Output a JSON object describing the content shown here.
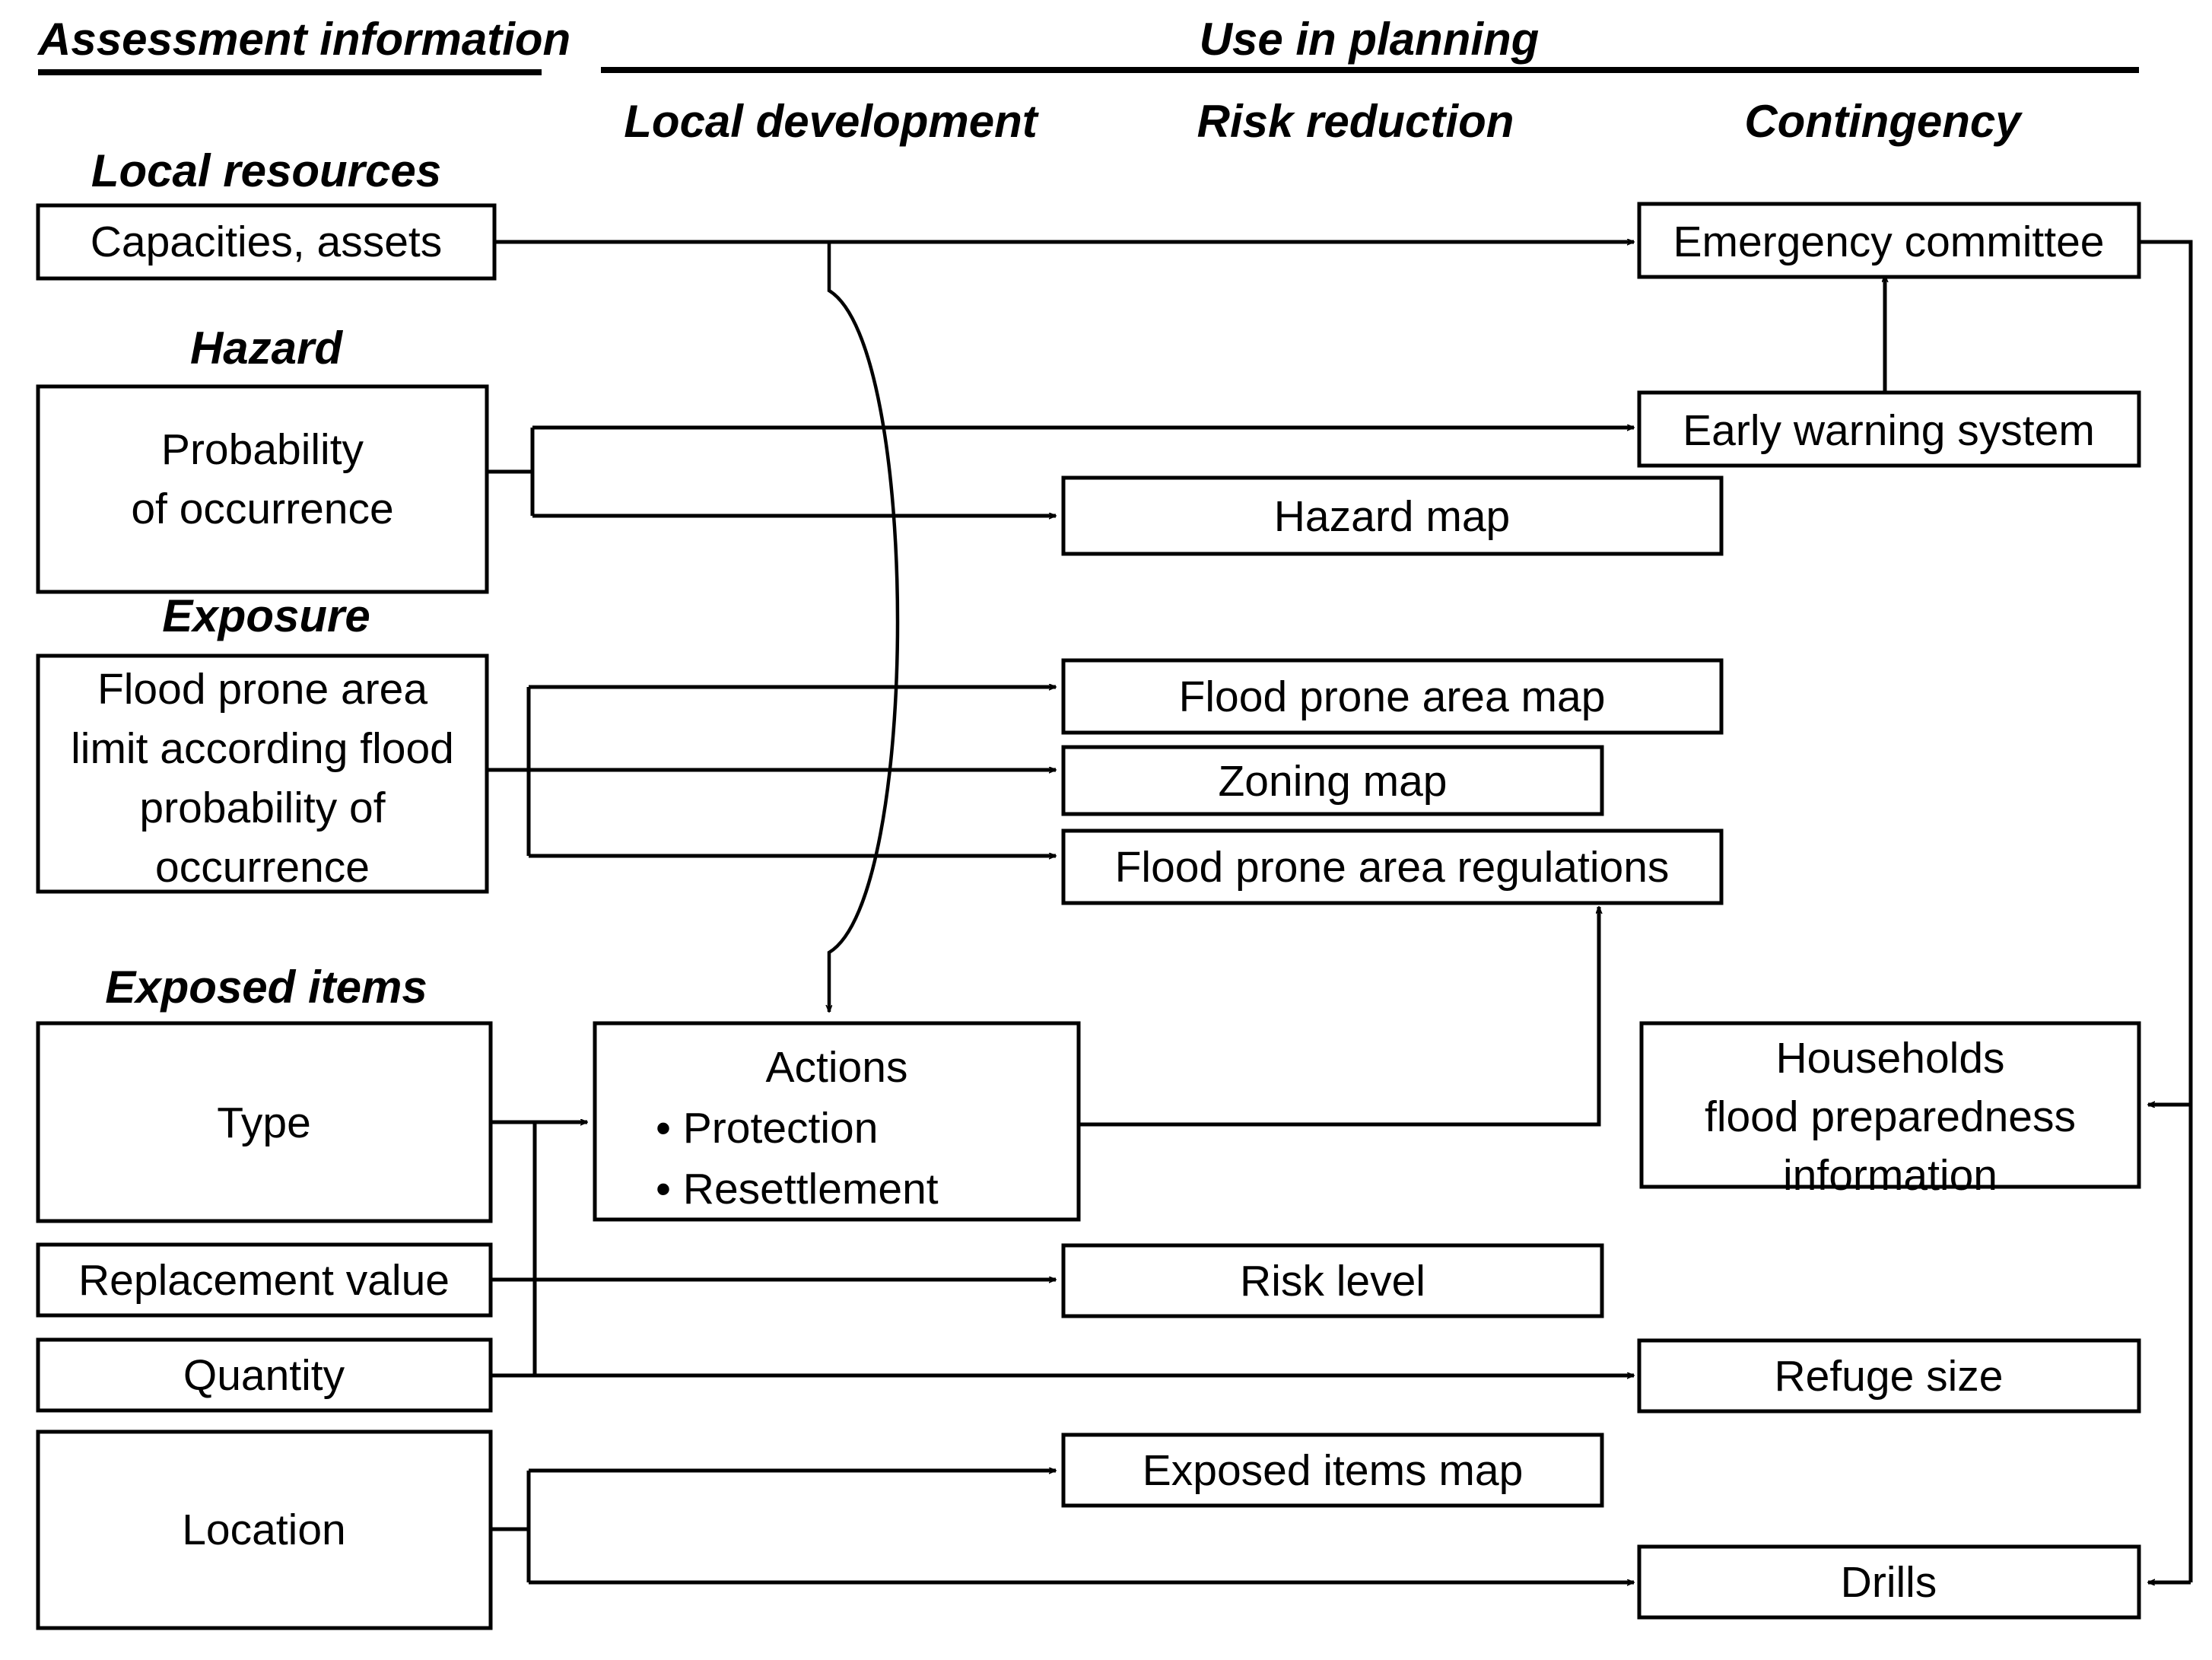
{
  "headers": {
    "assessment_information": "Assessment information",
    "use_in_planning": "Use in planning",
    "local_development": "Local development",
    "risk_reduction": "Risk reduction",
    "contingency": "Contingency"
  },
  "groups": {
    "local_resources": "Local resources",
    "hazard": "Hazard",
    "exposure": "Exposure",
    "exposed_items": "Exposed items"
  },
  "boxes": {
    "capacities_assets": "Capacities, assets",
    "probability_line1": "Probability",
    "probability_line2": "of occurrence",
    "exposure_line1": "Flood prone area",
    "exposure_line2": "limit according flood",
    "exposure_line3": "probability of",
    "exposure_line4": "occurrence",
    "type": "Type",
    "replacement_value": "Replacement value",
    "quantity": "Quantity",
    "location": "Location",
    "actions_title": "Actions",
    "actions_item1": "• Protection",
    "actions_item2": "• Resettlement",
    "emergency_committee": "Emergency committee",
    "early_warning_system": "Early warning system",
    "hazard_map": "Hazard map",
    "flood_prone_area_map": "Flood prone area map",
    "zoning_map": "Zoning map",
    "flood_prone_area_regulations": "Flood prone area regulations",
    "households_line1": "Households",
    "households_line2": "flood preparedness",
    "households_line3": "information",
    "risk_level": "Risk level",
    "refuge_size": "Refuge size",
    "exposed_items_map": "Exposed items map",
    "drills": "Drills"
  },
  "colors": {
    "stroke": "#000000",
    "background": "#ffffff",
    "text": "#000000"
  }
}
